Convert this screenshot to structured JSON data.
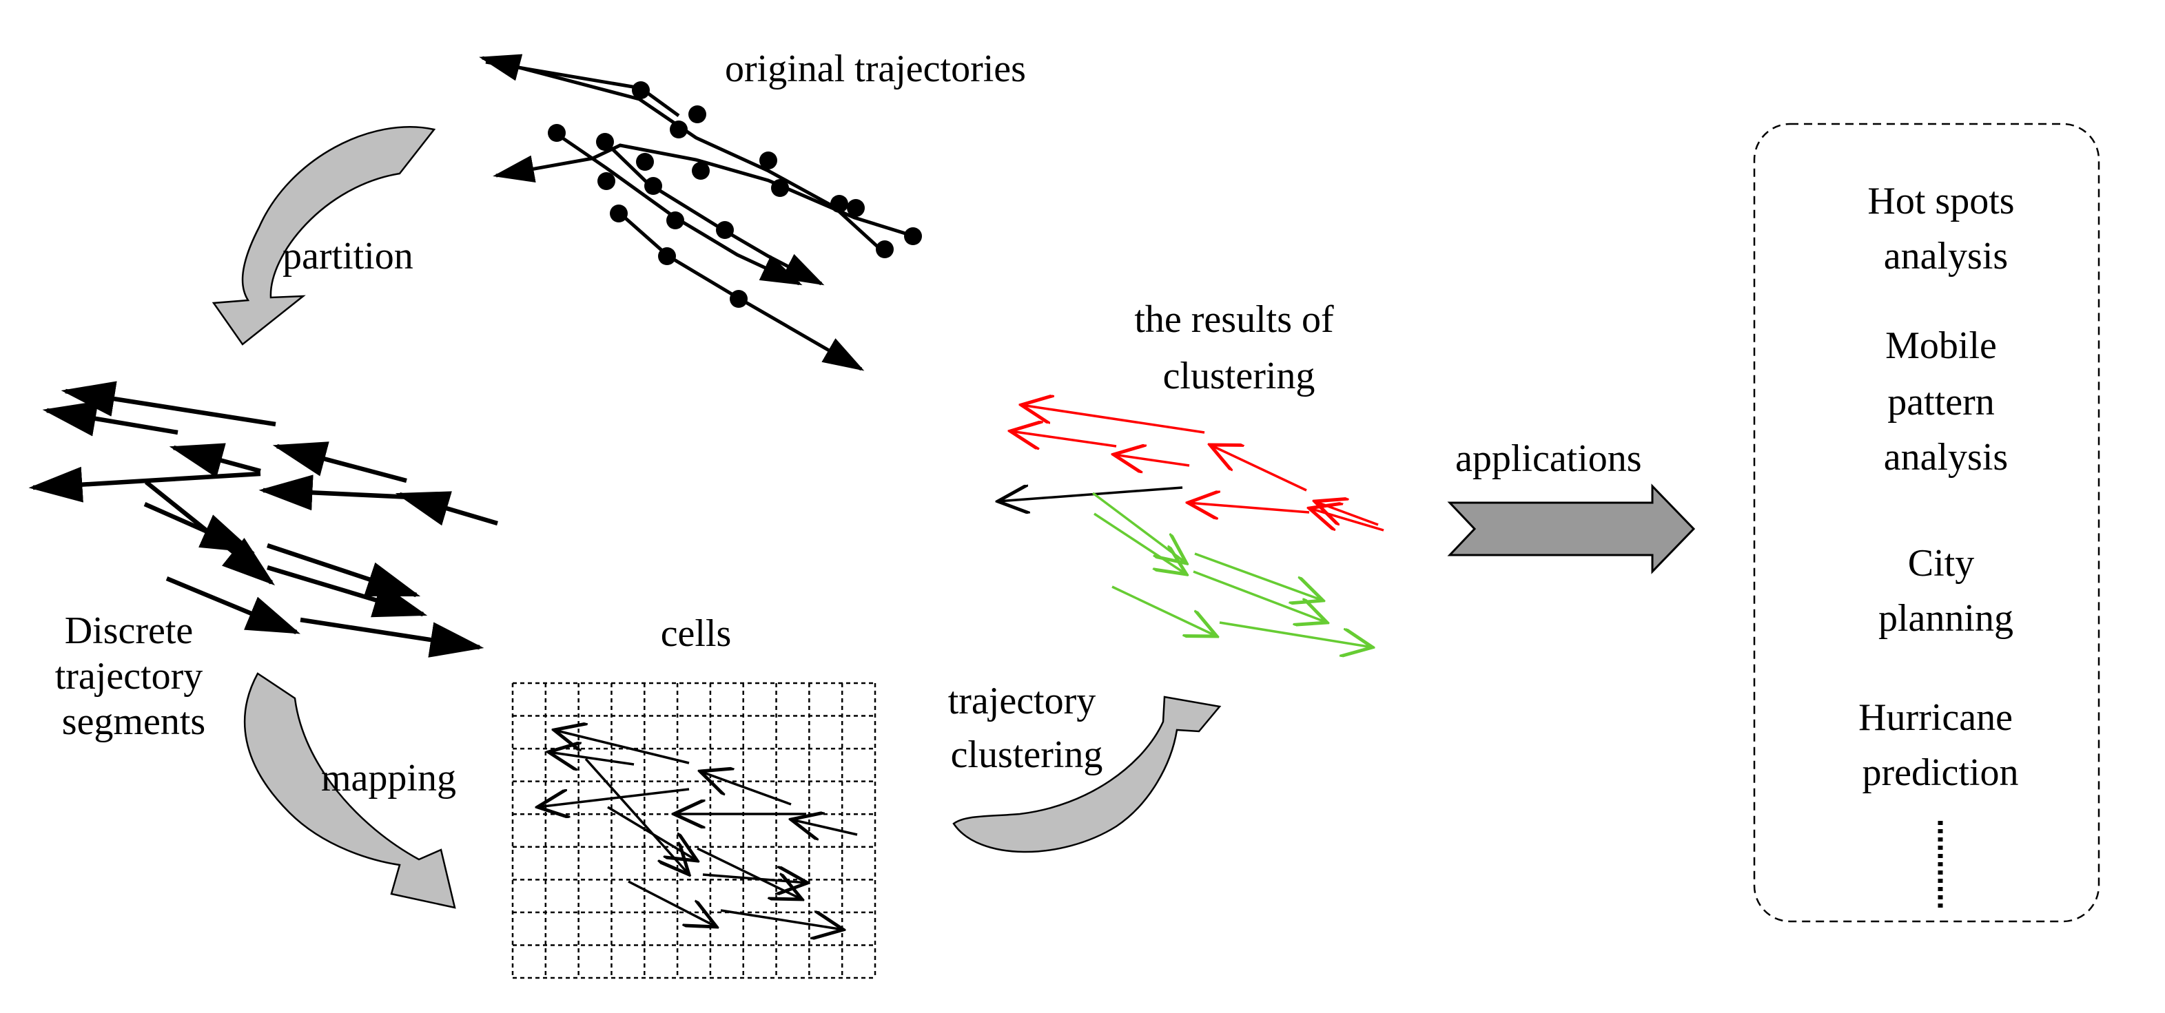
{
  "labels": {
    "original": "original trajectories",
    "partition": "partition",
    "discrete": [
      "Discrete",
      "trajectory",
      "segments"
    ],
    "mapping": "mapping",
    "cells": "cells",
    "clustering_step": [
      "trajectory",
      "clustering"
    ],
    "results": [
      "the results of",
      "clustering"
    ],
    "applications": "applications"
  },
  "application_items": [
    [
      "Hot spots",
      "analysis"
    ],
    [
      "Mobile",
      "pattern",
      "analysis"
    ],
    [
      "City",
      "planning"
    ],
    [
      "Hurricane",
      "prediction"
    ]
  ],
  "colors": {
    "ink": "#000000",
    "cluster_red": "#ff0000",
    "cluster_green": "#66cc33",
    "process_arrow_fill": "#bfbfbf",
    "app_arrow_fill": "#999999"
  }
}
